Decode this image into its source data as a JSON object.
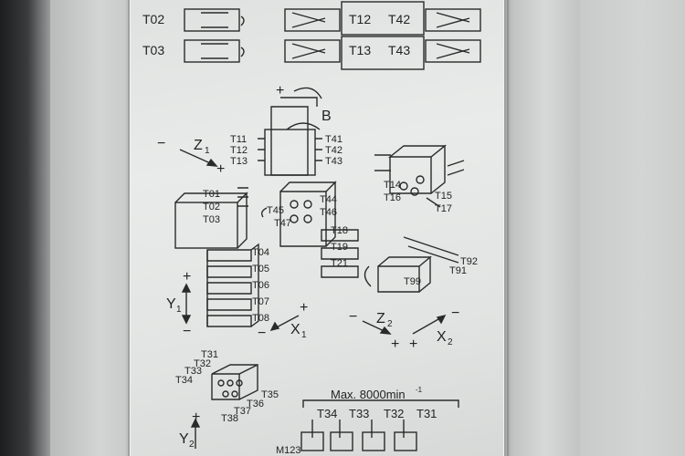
{
  "labels": {
    "top_left": [
      "T02",
      "T03"
    ],
    "top_right_a": [
      "T12",
      "T13"
    ],
    "top_right_b": [
      "T42",
      "T43"
    ],
    "rotation_axis": "B",
    "upper_turret": [
      "T11",
      "T12",
      "T13"
    ],
    "upper_turret_right": [
      "T41",
      "T42",
      "T43"
    ],
    "z1": "Z",
    "z1_sub": "1",
    "plus": "+",
    "minus": "−",
    "left_block": [
      "T01",
      "T02",
      "T03"
    ],
    "center_tools": [
      "T44",
      "T45",
      "T46",
      "T47"
    ],
    "right_column": [
      "T18",
      "T19",
      "T21"
    ],
    "lower_stack": [
      "T04",
      "T05",
      "T06",
      "T07",
      "T08"
    ],
    "y1": "Y",
    "y1_sub": "1",
    "x1": "X",
    "x1_sub": "1",
    "right_upper": [
      "T14",
      "T15",
      "T16",
      "T17"
    ],
    "right_lower": [
      "T92",
      "T91",
      "T99"
    ],
    "z2": "Z",
    "z2_sub": "2",
    "x2": "X",
    "x2_sub": "2",
    "bottom_cluster": [
      "T31",
      "T32",
      "T33",
      "T34",
      "T35",
      "T36",
      "T37",
      "T38"
    ],
    "y2": "Y",
    "y2_sub": "2",
    "max_speed": "Max. 8000min",
    "max_speed_sup": "-1",
    "spindles": [
      "T34",
      "T33",
      "T32",
      "T31"
    ],
    "mcode": "M123"
  }
}
